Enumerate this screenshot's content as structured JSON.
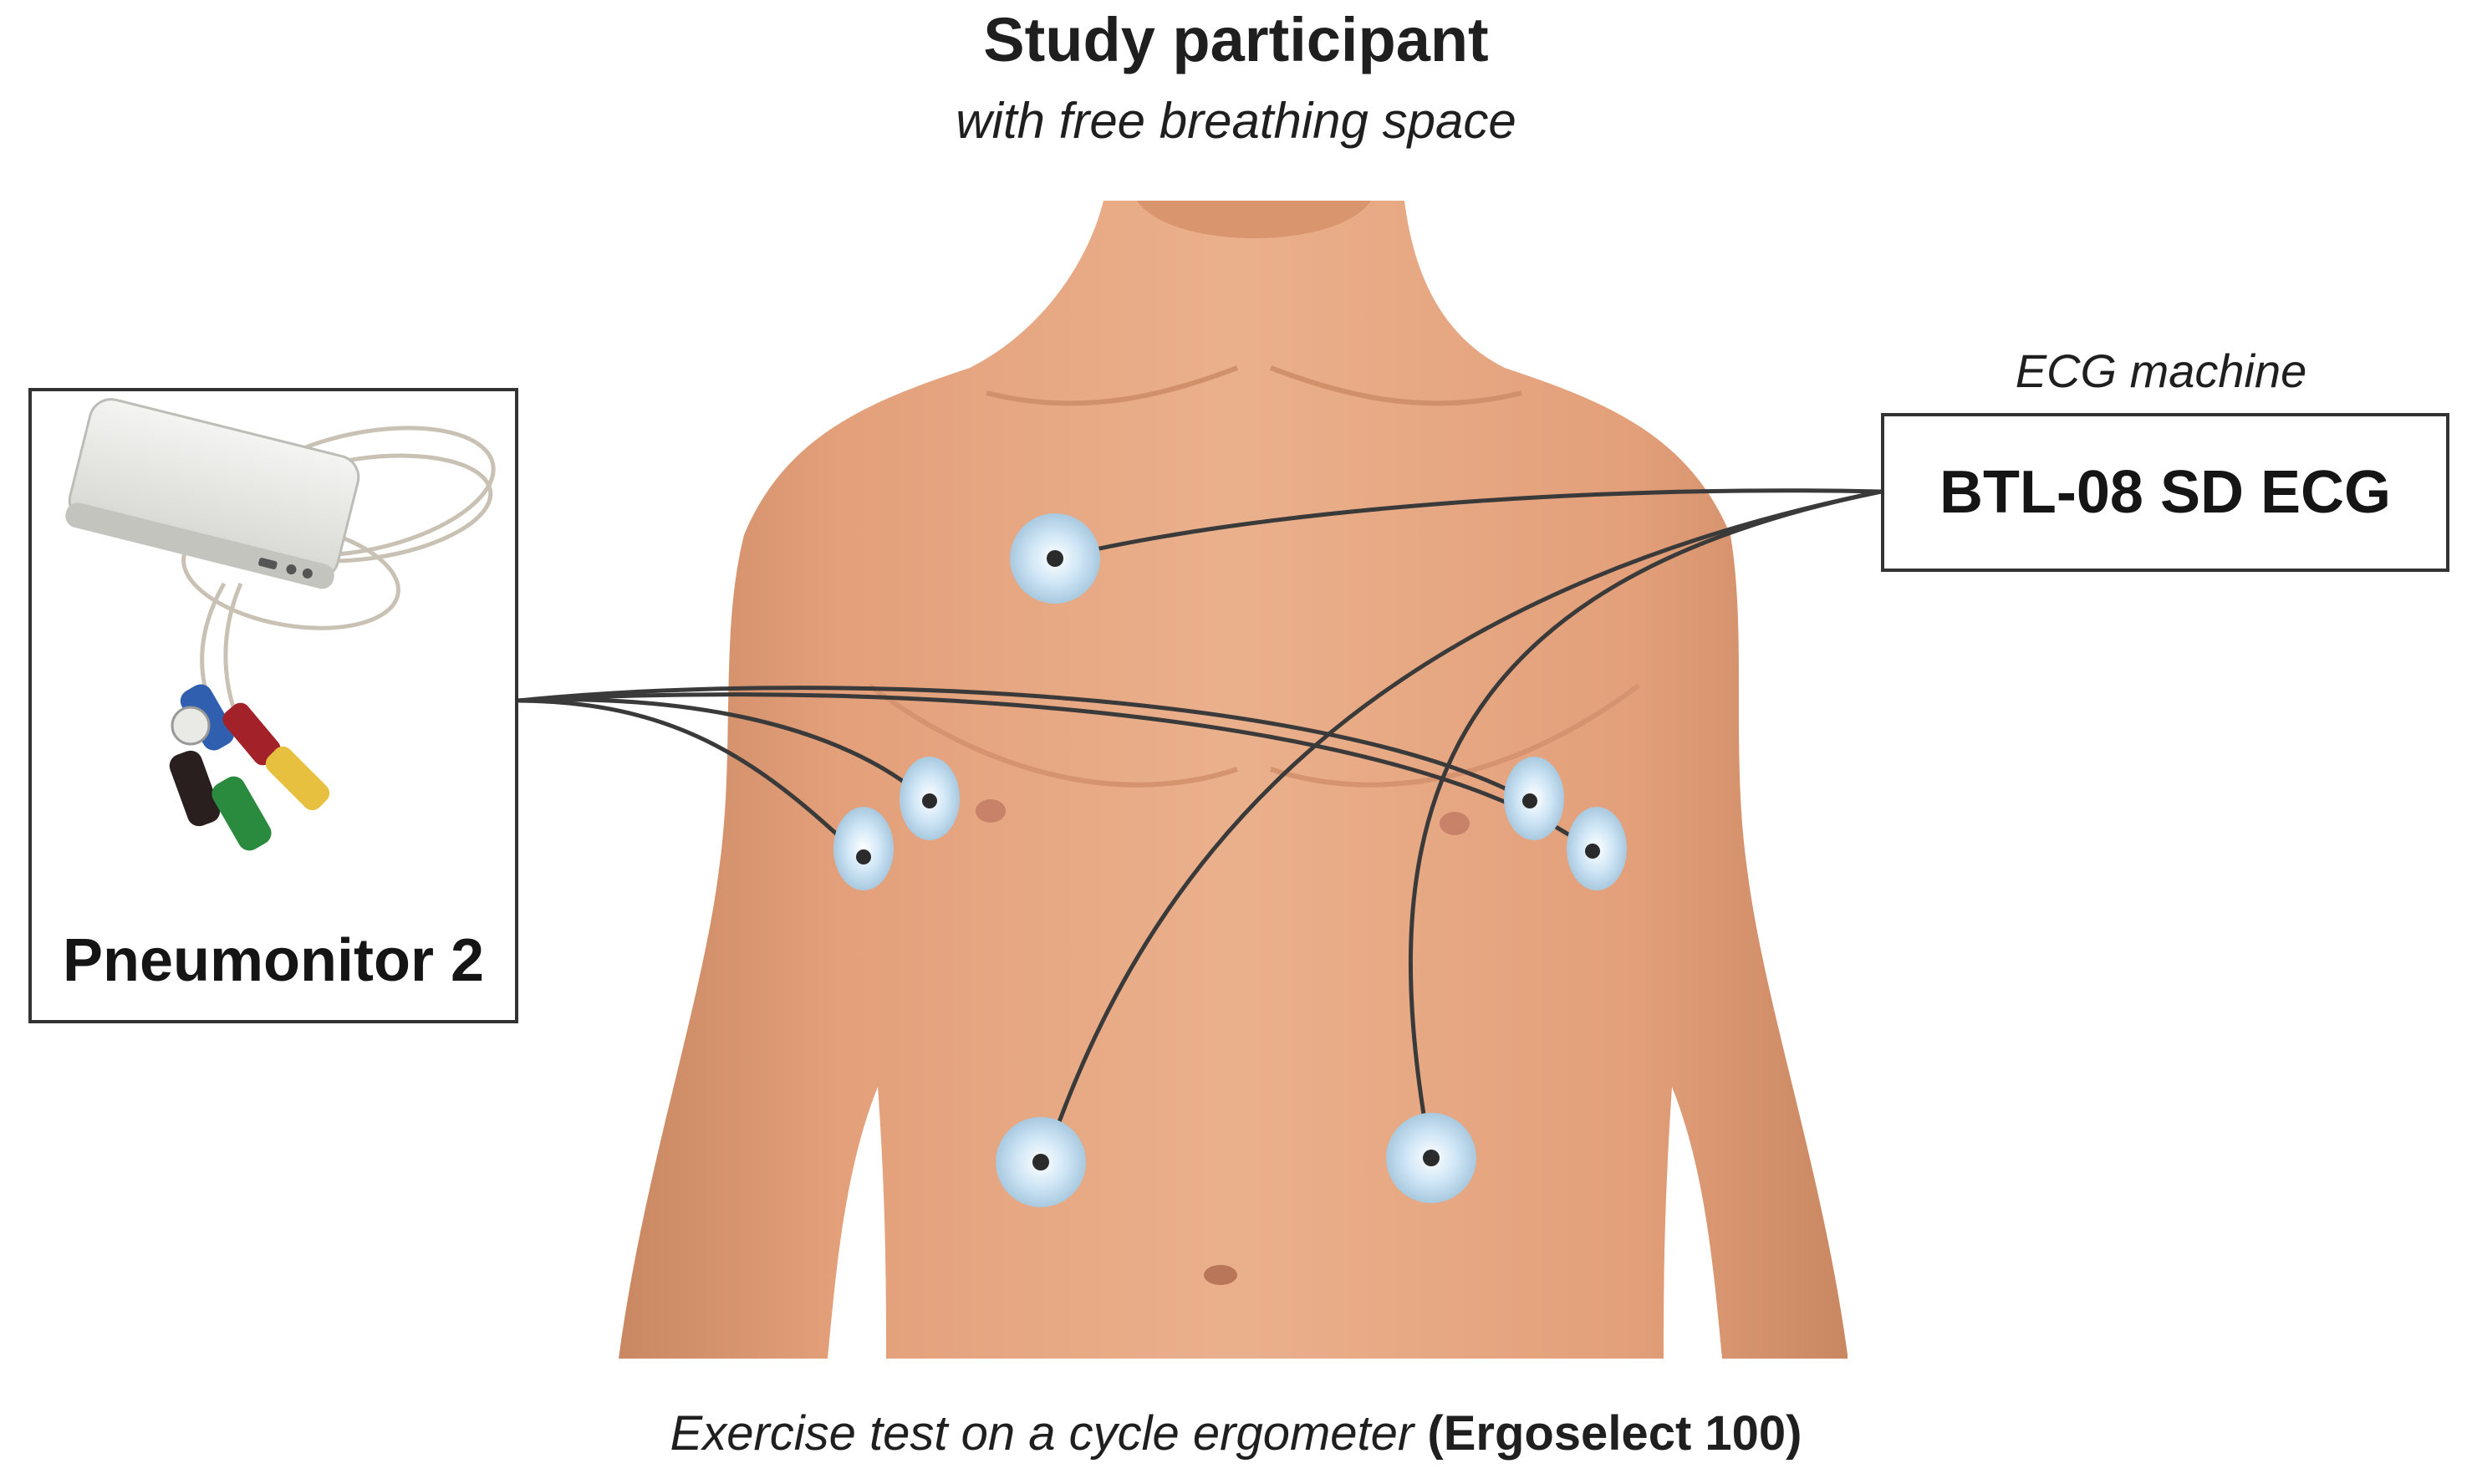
{
  "header": {
    "title": "Study participant",
    "subtitle": "with free breathing space"
  },
  "ecg": {
    "caption": "ECG machine",
    "device_label": "BTL-08 SD ECG"
  },
  "pneumonitor": {
    "device_label": "Pneumonitor 2"
  },
  "footer": {
    "caption_italic": "Exercise test on a cycle ergometer",
    "caption_bold": "(Ergoselect 100)"
  },
  "colors": {
    "skin": "#e8a680",
    "skin_shadow": "#c98762",
    "wire": "#3a3a3a",
    "electrode": "#cfe4f2",
    "text": "#1f1f1f"
  }
}
